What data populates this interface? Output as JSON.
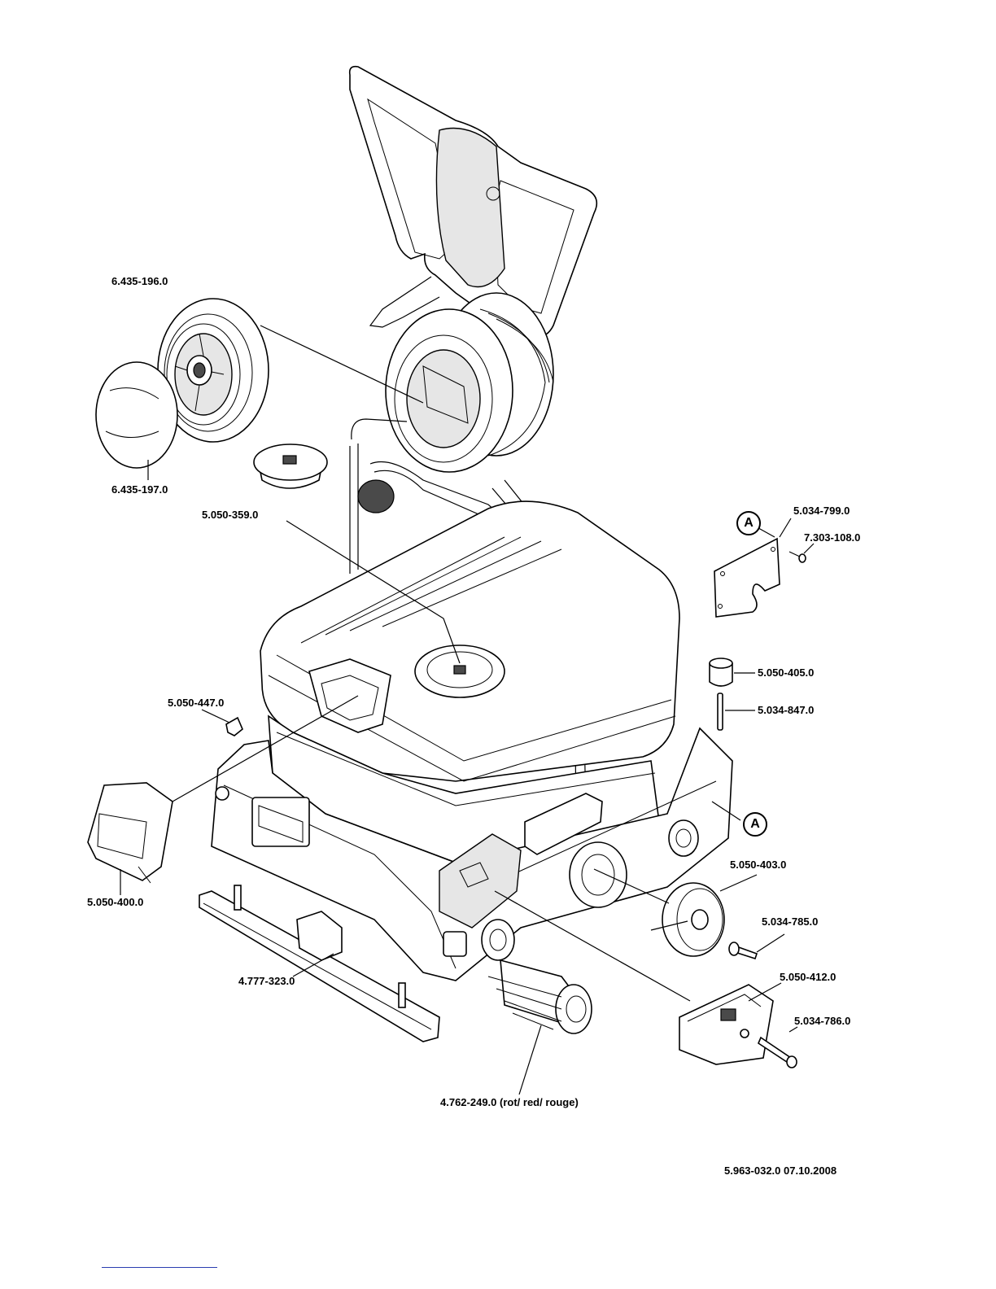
{
  "labels": {
    "p6435_196": "6.435-196.0",
    "p6435_197": "6.435-197.0",
    "p5050_359": "5.050-359.0",
    "p5034_799": "5.034-799.0",
    "p7303_108": "7.303-108.0",
    "p5050_405": "5.050-405.0",
    "p5034_847": "5.034-847.0",
    "p5050_447": "5.050-447.0",
    "p5050_400": "5.050-400.0",
    "p5050_403": "5.050-403.0",
    "p5034_785": "5.034-785.0",
    "p4777_323": "4.777-323.0",
    "p5050_412": "5.050-412.0",
    "p5034_786": "5.034-786.0",
    "p4762_249": "4.762-249.0 (rot/ red/ rouge)"
  },
  "callouts": {
    "a_top": "A",
    "a_right": "A"
  },
  "footer": {
    "doc_ref": "5.963-032.0  07.10.2008"
  }
}
